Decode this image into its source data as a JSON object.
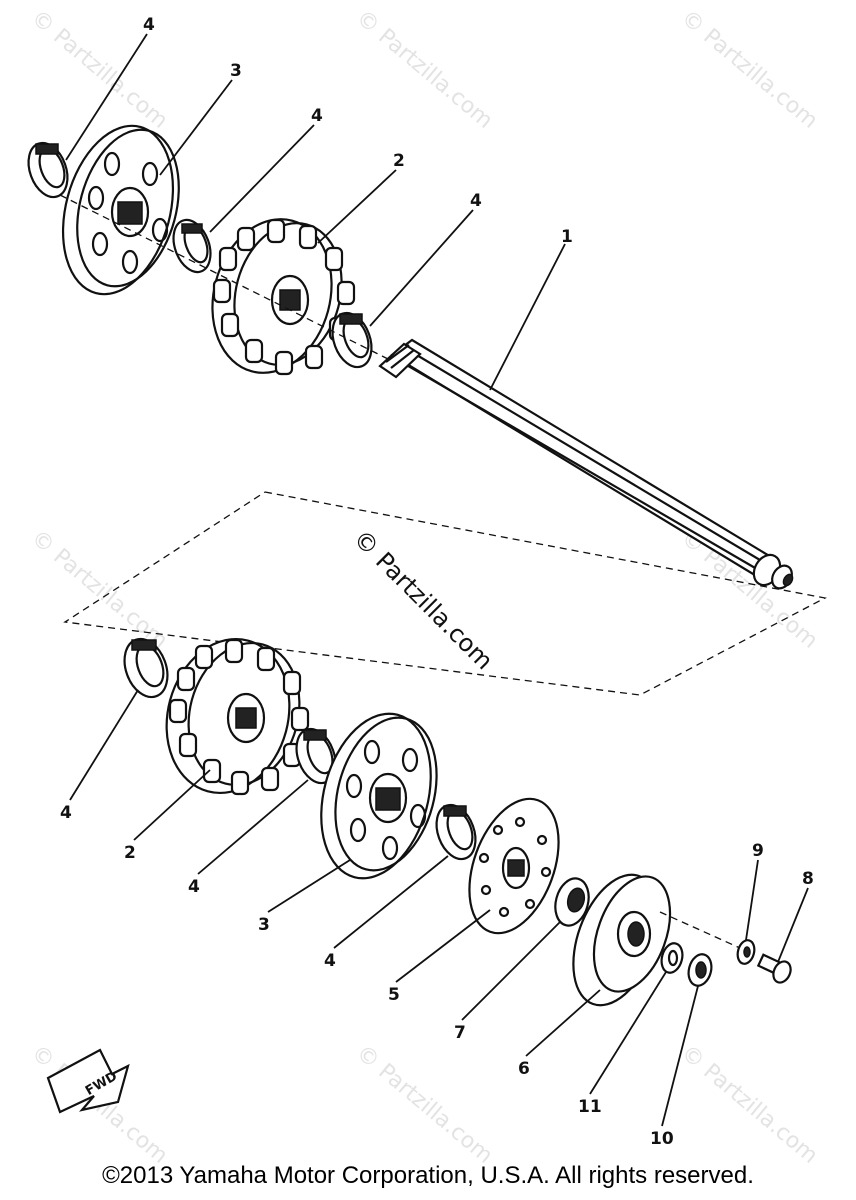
{
  "watermark": "© Partzilla.com",
  "copyright": "©2013 Yamaha Motor Corporation, U.S.A. All rights reserved.",
  "fwd_label": "FWD",
  "callouts": {
    "c1": "1",
    "c2a": "2",
    "c2b": "2",
    "c3a": "3",
    "c3b": "3",
    "c4a": "4",
    "c4b": "4",
    "c4c": "4",
    "c4d": "4",
    "c4e": "4",
    "c4f": "4",
    "c5": "5",
    "c6": "6",
    "c7": "7",
    "c8": "8",
    "c9": "9",
    "c10": "10",
    "c11": "11"
  }
}
